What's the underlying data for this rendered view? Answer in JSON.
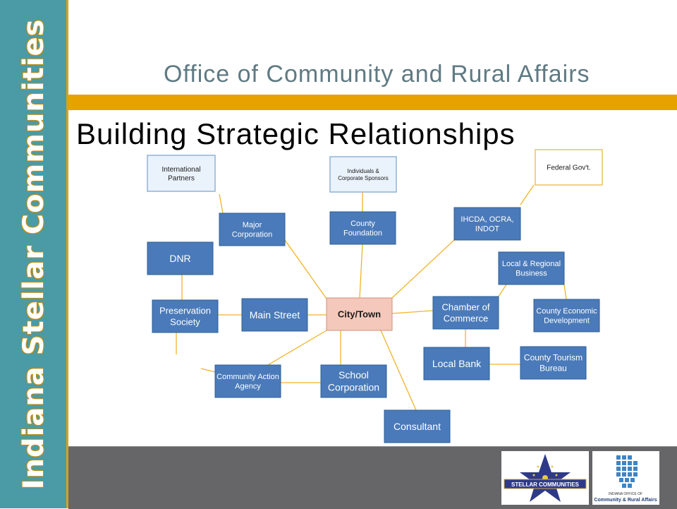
{
  "sidebar": {
    "text": "Indiana Stellar Communities"
  },
  "header": {
    "title": "Office of Community and Rural Affairs"
  },
  "slide": {
    "title": "Building Strategic Relationships"
  },
  "diagram": {
    "nodes": [
      {
        "id": "international-partners",
        "lines": [
          "International",
          "Partners"
        ],
        "style": "light",
        "font": 10
      },
      {
        "id": "individuals-corporate-sponsors",
        "lines": [
          "Individuals &",
          "Corporate Sponsors"
        ],
        "style": "light",
        "font": 8
      },
      {
        "id": "federal-govt",
        "lines": [
          "Federal Gov't."
        ],
        "style": "fed",
        "font": 10
      },
      {
        "id": "major-corporation",
        "lines": [
          "Major",
          "Corporation"
        ],
        "style": "dark",
        "font": 11
      },
      {
        "id": "county-foundation",
        "lines": [
          "County",
          "Foundation"
        ],
        "style": "dark",
        "font": 11
      },
      {
        "id": "ihcda-ocra-indot",
        "lines": [
          "IHCDA, OCRA,",
          "INDOT"
        ],
        "style": "dark",
        "font": 11
      },
      {
        "id": "dnr",
        "lines": [
          "DNR"
        ],
        "style": "dark",
        "font": 14
      },
      {
        "id": "local-regional-business",
        "lines": [
          "Local & Regional",
          "Business"
        ],
        "style": "dark",
        "font": 11
      },
      {
        "id": "preservation-society",
        "lines": [
          "Preservation",
          "Society"
        ],
        "style": "dark",
        "font": 13
      },
      {
        "id": "main-street",
        "lines": [
          "Main Street"
        ],
        "style": "dark",
        "font": 14
      },
      {
        "id": "city-town",
        "lines": [
          "City/Town"
        ],
        "style": "center",
        "font": 13
      },
      {
        "id": "chamber-of-commerce",
        "lines": [
          "Chamber of",
          "Commerce"
        ],
        "style": "dark",
        "font": 13
      },
      {
        "id": "county-economic-development",
        "lines": [
          "County Economic",
          "Development"
        ],
        "style": "dark",
        "font": 11
      },
      {
        "id": "local-bank",
        "lines": [
          "Local Bank"
        ],
        "style": "dark",
        "font": 14
      },
      {
        "id": "county-tourism-bureau",
        "lines": [
          "County Tourism",
          "Bureau"
        ],
        "style": "dark",
        "font": 12
      },
      {
        "id": "community-action-agency",
        "lines": [
          "Community Action",
          "Agency"
        ],
        "style": "dark",
        "font": 11
      },
      {
        "id": "school-corporation",
        "lines": [
          "School",
          "Corporation"
        ],
        "style": "dark",
        "font": 14
      },
      {
        "id": "consultant",
        "lines": [
          "Consultant"
        ],
        "style": "dark",
        "font": 14
      }
    ]
  },
  "logos": {
    "stellar": {
      "text": "STELLAR COMMUNITIES"
    },
    "ocra": {
      "line1": "INDIANA OFFICE OF",
      "line2": "Community & Rural Affairs"
    }
  }
}
